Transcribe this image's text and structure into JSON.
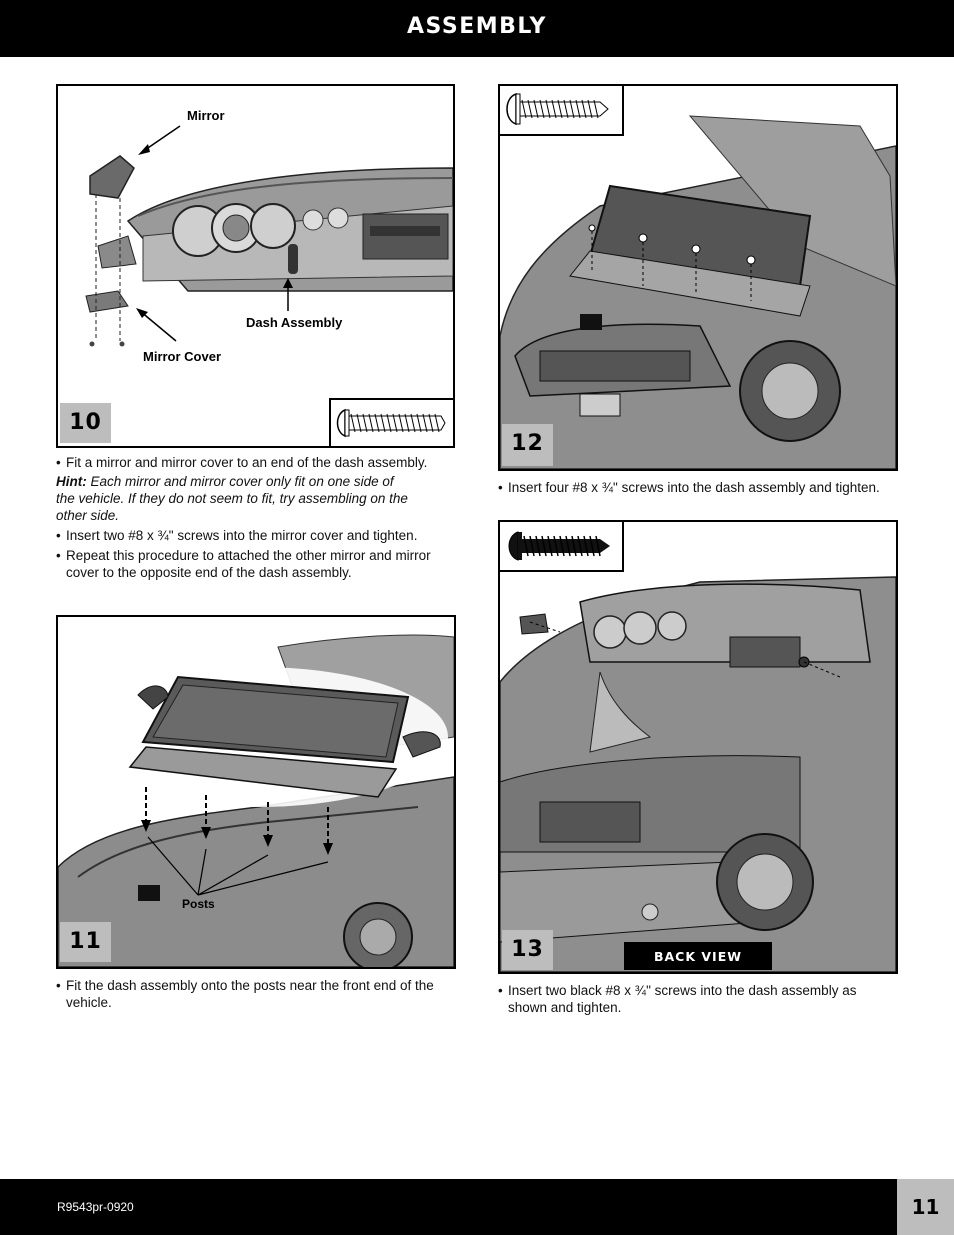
{
  "header": {
    "title": "ASSEMBLY"
  },
  "steps": {
    "s10": {
      "number": "10",
      "labels": {
        "mirror": "Mirror",
        "dash_assembly": "Dash Assembly",
        "mirror_cover": "Mirror Cover"
      },
      "bullet1": "Fit a mirror and mirror cover to an end of the dash assembly.",
      "hint_label": "Hint:",
      "hint_text": " Each mirror and mirror cover only fit on one side of the vehicle. If they do not seem to fit, try assembling on the other side.",
      "bullet2": "Insert two #8 x ¾\" screws into the mirror cover and tighten.",
      "bullet3": "Repeat this procedure to attached the other mirror and mirror cover to the opposite end of the dash assembly."
    },
    "s11": {
      "number": "11",
      "labels": {
        "posts": "Posts"
      },
      "bullet1": "Fit the dash assembly onto the posts near the front end of the vehicle."
    },
    "s12": {
      "number": "12",
      "bullet1": "Insert four #8 x ¾\" screws into the dash assembly and tighten."
    },
    "s13": {
      "number": "13",
      "back_view": "BACK VIEW",
      "bullet1": "Insert two black #8 x ¾\" screws into the dash assembly as shown and tighten."
    }
  },
  "footer": {
    "code": "R9543pr-0920",
    "page": "11"
  }
}
